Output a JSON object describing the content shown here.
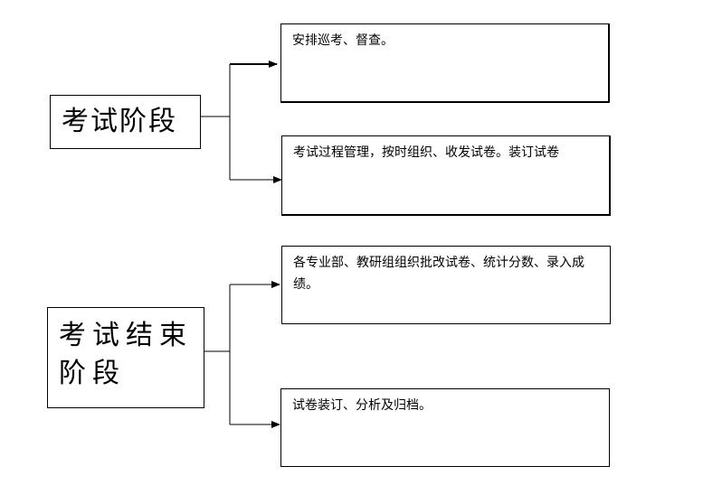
{
  "stages": [
    {
      "label": "考试阶段",
      "tasks": [
        "安排巡考、督查。",
        "考试过程管理，按时组织、收发试卷。装订试卷"
      ]
    },
    {
      "label": "考试结束阶段",
      "tasks": [
        "各专业部、教研组组织批改试卷、统计分数、录入成绩。",
        "试卷装订、分析及归档。"
      ]
    }
  ]
}
